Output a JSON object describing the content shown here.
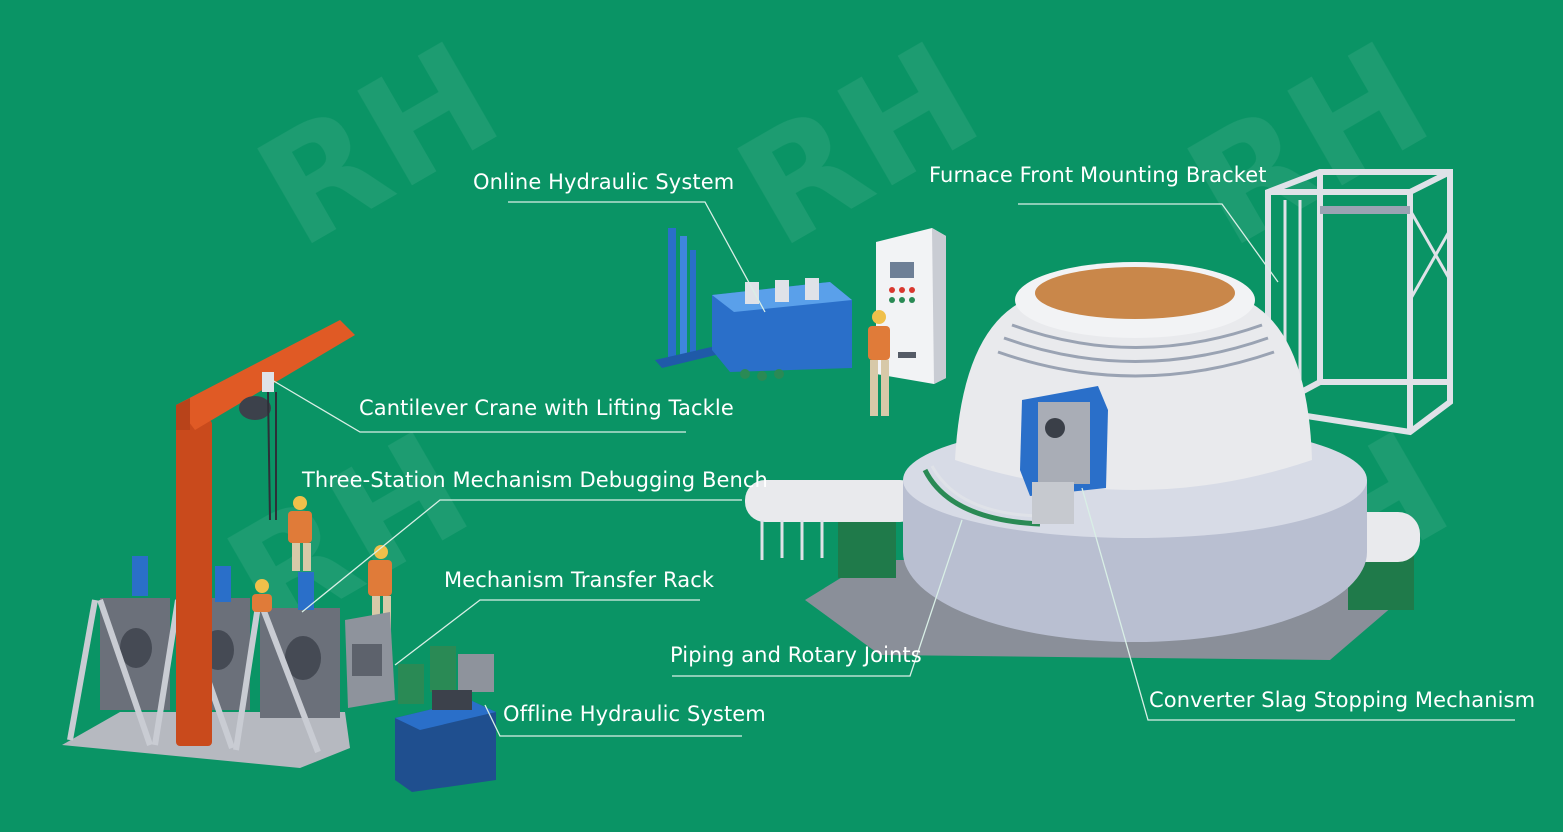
{
  "colors": {
    "background": "#0a9465",
    "label_text": "#ffffff",
    "leader_line": "#d9efe6",
    "crane": "#d8521f",
    "hydraulic_unit": "#2a6fc9",
    "worker_shirt": "#e07b39",
    "furnace_body": "#e9eaed",
    "furnace_base": "#b9bfd1",
    "furnace_interior": "#c9874a",
    "bracket_frame": "#dfe2e8",
    "motor": "#2a8a55"
  },
  "callouts": {
    "online_hydraulic": "Online Hydraulic System",
    "furnace_bracket": "Furnace Front Mounting Bracket",
    "cantilever_crane": "Cantilever Crane with Lifting Tackle",
    "debugging_bench": "Three-Station Mechanism Debugging Bench",
    "transfer_rack": "Mechanism Transfer Rack",
    "piping_joints": "Piping and Rotary Joints",
    "slag_stopping": "Converter Slag Stopping Mechanism",
    "offline_hydraulic": "Offline Hydraulic System"
  }
}
